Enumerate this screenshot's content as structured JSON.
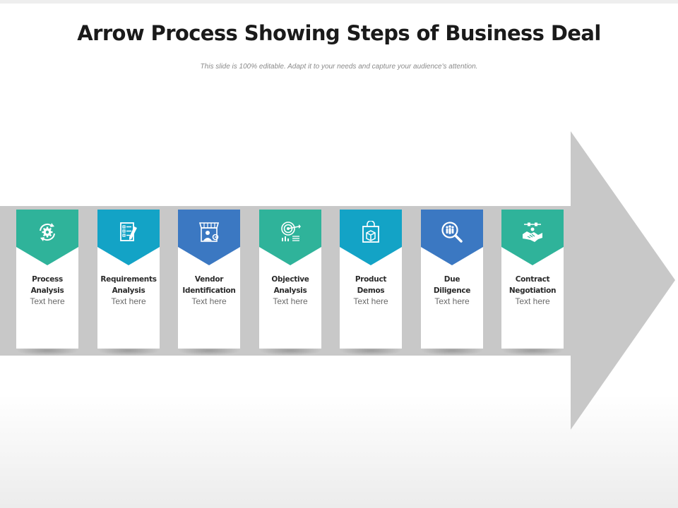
{
  "title": "Arrow Process Showing Steps of Business Deal",
  "subtitle": "This slide is 100% editable. Adapt it to your needs and capture your audience's attention.",
  "colors": {
    "arrow": "#c8c8c8",
    "teal": "#2fb39a",
    "cyan": "#13a3c6",
    "blue": "#3b78c2"
  },
  "steps": [
    {
      "title": "Process\nAnalysis",
      "text": "Text here",
      "color": "#2fb39a",
      "icon": "gear-cycle-icon"
    },
    {
      "title": "Requirements\nAnalysis",
      "text": "Text here",
      "color": "#13a3c6",
      "icon": "checklist-icon"
    },
    {
      "title": "Vendor\nIdentification",
      "text": "Text here",
      "color": "#3b78c2",
      "icon": "vendor-shop-icon"
    },
    {
      "title": "Objective\nAnalysis",
      "text": "Text here",
      "color": "#2fb39a",
      "icon": "target-icon"
    },
    {
      "title": "Product\nDemos",
      "text": "Text here",
      "color": "#13a3c6",
      "icon": "product-box-icon"
    },
    {
      "title": "Due\nDiligence",
      "text": "Text here",
      "color": "#3b78c2",
      "icon": "magnifier-people-icon"
    },
    {
      "title": "Contract\nNegotiation",
      "text": "Text here",
      "color": "#2fb39a",
      "icon": "handshake-icon"
    }
  ]
}
